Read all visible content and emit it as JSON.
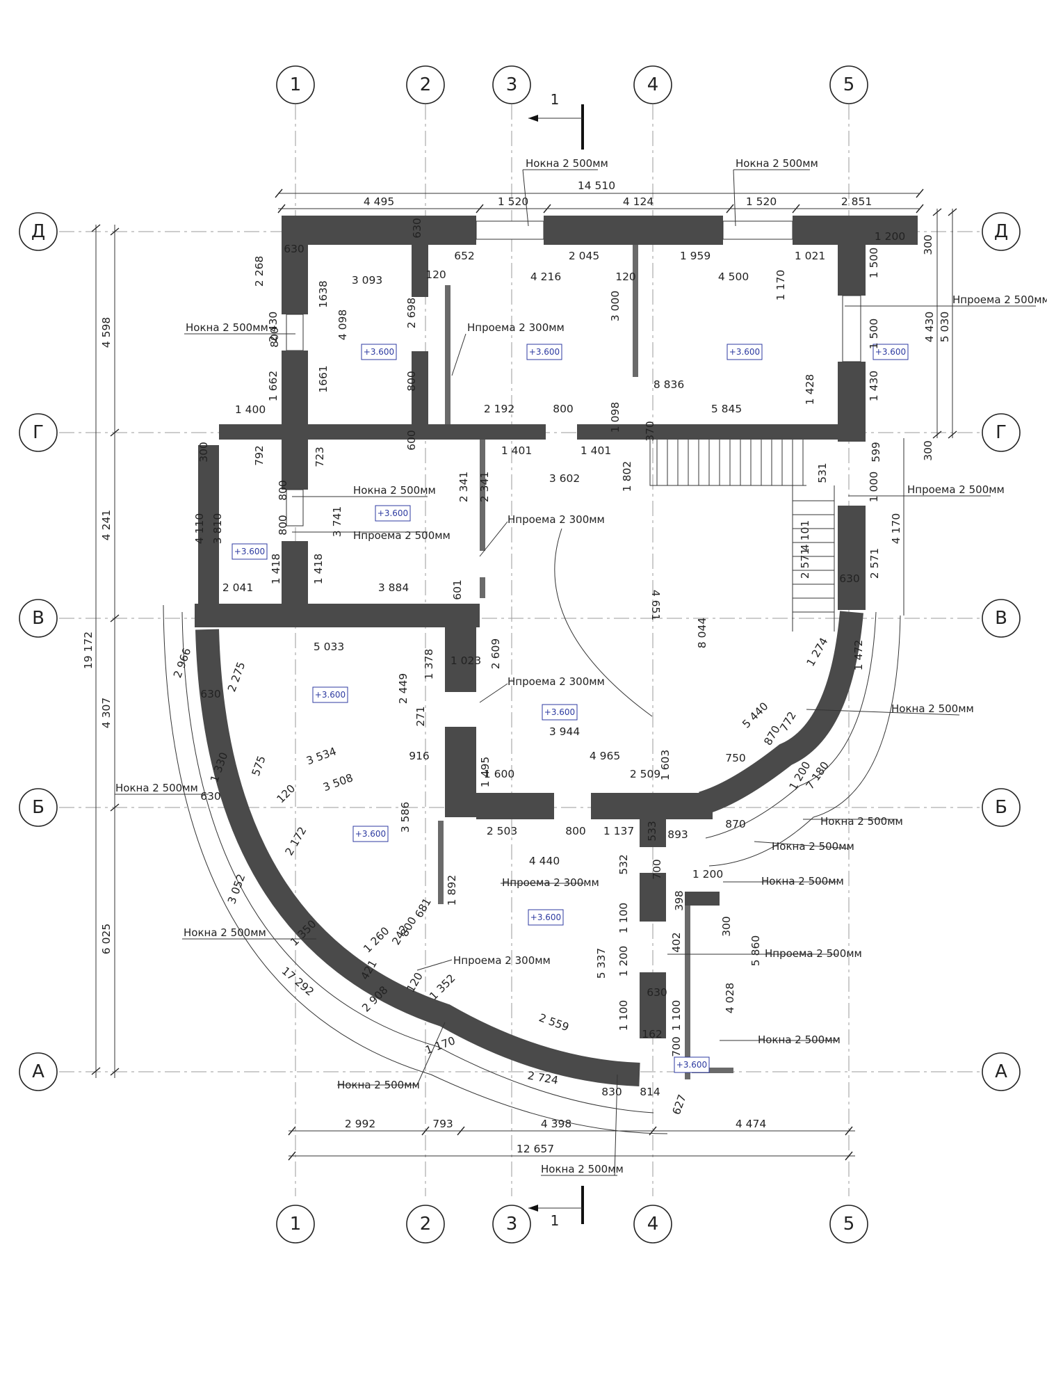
{
  "axes": {
    "columns": [
      "1",
      "2",
      "3",
      "4",
      "5"
    ],
    "rows": [
      "Д",
      "Г",
      "В",
      "Б",
      "А"
    ]
  },
  "section_mark": "1",
  "overall": {
    "top_total": "14 510",
    "bottom_total": "12 657",
    "left_total": "19 172",
    "curve_total": "17 292"
  },
  "top_dims": [
    "4 495",
    "1 520",
    "4 124",
    "1 520",
    "2 851"
  ],
  "bottom_dims": [
    "2 992",
    "793",
    "4 398",
    "4 474"
  ],
  "left_dims": [
    "4 598",
    "4 241",
    "4 307",
    "6 025"
  ],
  "right_dims": [
    "4 430",
    "5 030",
    "4 170",
    "7 180"
  ],
  "interior_dims": [
    "3 093",
    "1638",
    "4 098",
    "1661",
    "1 662",
    "800",
    "2 268",
    "2 430",
    "630",
    "630",
    "652",
    "2 698",
    "120",
    "2 045",
    "4 216",
    "120",
    "3 000",
    "1 959",
    "4 500",
    "1 021",
    "1 170",
    "1 200",
    "1 500",
    "1 500",
    "1 430",
    "300",
    "300",
    "800",
    "1 098",
    "8 836",
    "2 192",
    "800",
    "5 845",
    "1 428",
    "1 400",
    "300",
    "792",
    "723",
    "600",
    "1 401",
    "1 401",
    "3 602",
    "1 802",
    "370",
    "531",
    "599",
    "1 000",
    "4 110",
    "3 810",
    "800",
    "800",
    "3 741",
    "2 341",
    "2 341",
    "601",
    "1 418",
    "1 418",
    "2 041",
    "3 884",
    "4 101",
    "2 571",
    "2 571",
    "630",
    "1 274",
    "1 472",
    "5 033",
    "630",
    "2 966",
    "2 275",
    "1 378",
    "1 023",
    "2 609",
    "2 449",
    "8 044",
    "4 651",
    "271",
    "3 534",
    "916",
    "575",
    "3 508",
    "120",
    "1 330",
    "630",
    "3 944",
    "1 495",
    "1 600",
    "1 603",
    "4 965",
    "2 509",
    "5 440",
    "772",
    "870",
    "750",
    "1 200",
    "893",
    "870",
    "2 503",
    "800",
    "1 137",
    "533",
    "3 586",
    "2 172",
    "3 052",
    "4 440",
    "532",
    "700",
    "1 200",
    "398",
    "300",
    "681",
    "800",
    "1 892",
    "1 100",
    "1 260",
    "242",
    "402",
    "5 860",
    "1 350",
    "1 200",
    "421",
    "120",
    "1 352",
    "5 337",
    "4 028",
    "630",
    "1 100",
    "1 100",
    "2 908",
    "2 559",
    "162",
    "700",
    "1 170",
    "2 724",
    "830",
    "814",
    "627"
  ],
  "level_mark": "+3.600",
  "notes": {
    "window": "Нокна 2 500мм",
    "opening_2500": "Нпроема 2 500мм",
    "opening_2300": "Нпроема 2 300мм"
  }
}
